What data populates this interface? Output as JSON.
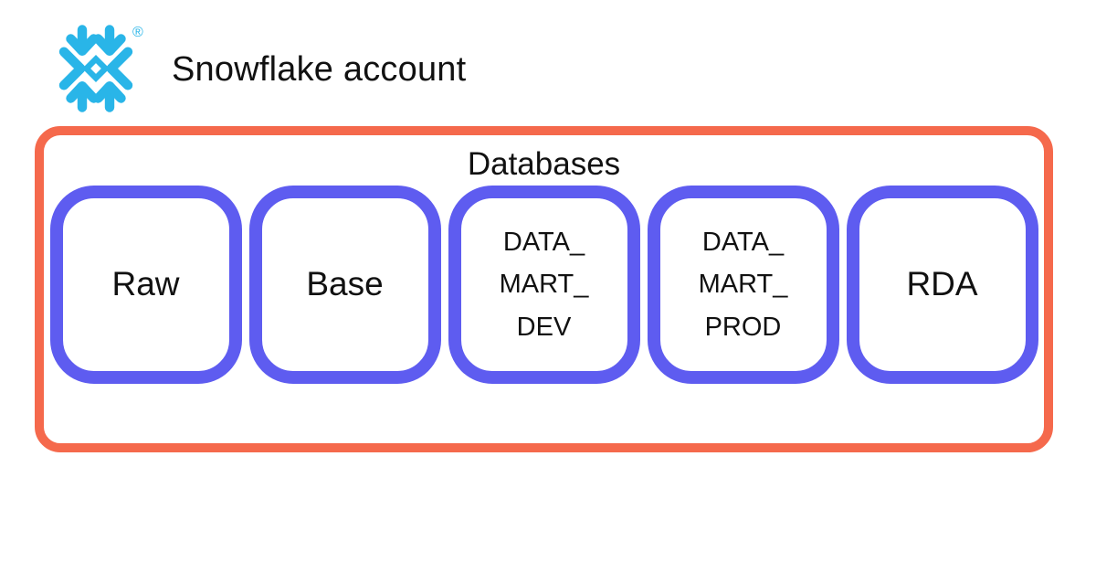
{
  "colors": {
    "brand-blue": "#29B5E8",
    "group-border": "#F5694C",
    "box-border": "#5E5CF0",
    "text": "#111111"
  },
  "header": {
    "title": "Snowflake account",
    "logo": "snowflake-logo",
    "registered_mark": "®"
  },
  "diagram": {
    "group_title": "Databases",
    "boxes": [
      {
        "label": "Raw"
      },
      {
        "label": "Base"
      },
      {
        "label": "DATA_\nMART_\nDEV"
      },
      {
        "label": "DATA_\nMART_\nPROD"
      },
      {
        "label": "RDA"
      }
    ]
  }
}
